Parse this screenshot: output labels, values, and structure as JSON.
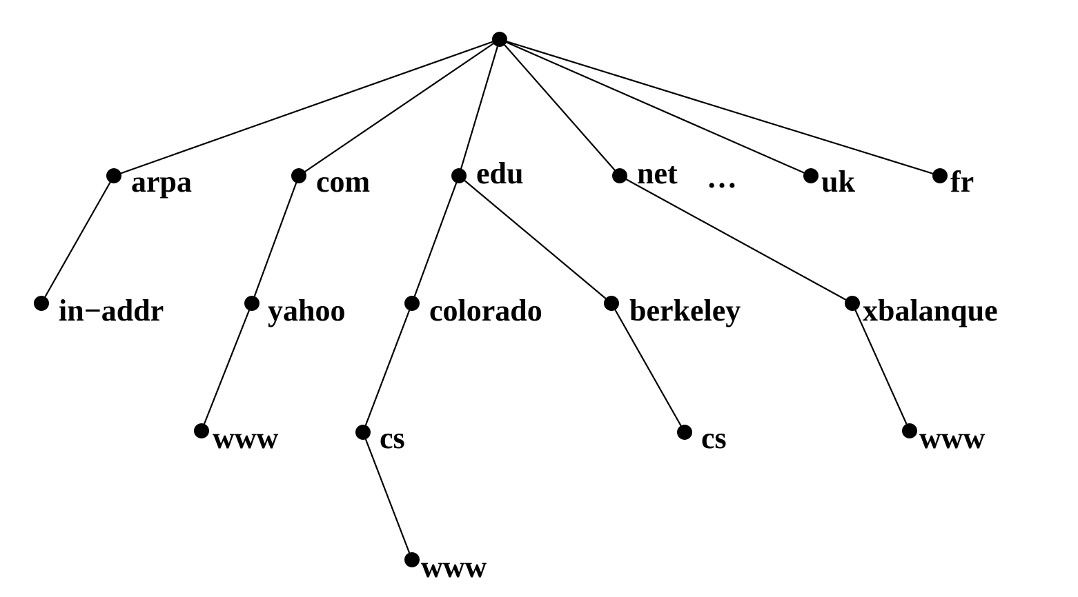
{
  "tree": {
    "root": {
      "label": ""
    },
    "ellipsis": "…",
    "nodes": {
      "arpa": {
        "label": "arpa",
        "parent": "root"
      },
      "com": {
        "label": "com",
        "parent": "root"
      },
      "edu": {
        "label": "edu",
        "parent": "root"
      },
      "net": {
        "label": "net",
        "parent": "root"
      },
      "uk": {
        "label": "uk",
        "parent": "root"
      },
      "fr": {
        "label": "fr",
        "parent": "root"
      },
      "in_addr": {
        "label": "in−addr",
        "parent": "arpa"
      },
      "yahoo": {
        "label": "yahoo",
        "parent": "com"
      },
      "colorado": {
        "label": "colorado",
        "parent": "edu"
      },
      "berkeley": {
        "label": "berkeley",
        "parent": "edu"
      },
      "xbalanque": {
        "label": "xbalanque",
        "parent": "net"
      },
      "yahoo_www": {
        "label": "www",
        "parent": "yahoo"
      },
      "colorado_cs": {
        "label": "cs",
        "parent": "colorado"
      },
      "berkeley_cs": {
        "label": "cs",
        "parent": "berkeley"
      },
      "xbalanque_www": {
        "label": "www",
        "parent": "xbalanque"
      },
      "colorado_cs_www": {
        "label": "www",
        "parent": "colorado_cs"
      }
    }
  }
}
